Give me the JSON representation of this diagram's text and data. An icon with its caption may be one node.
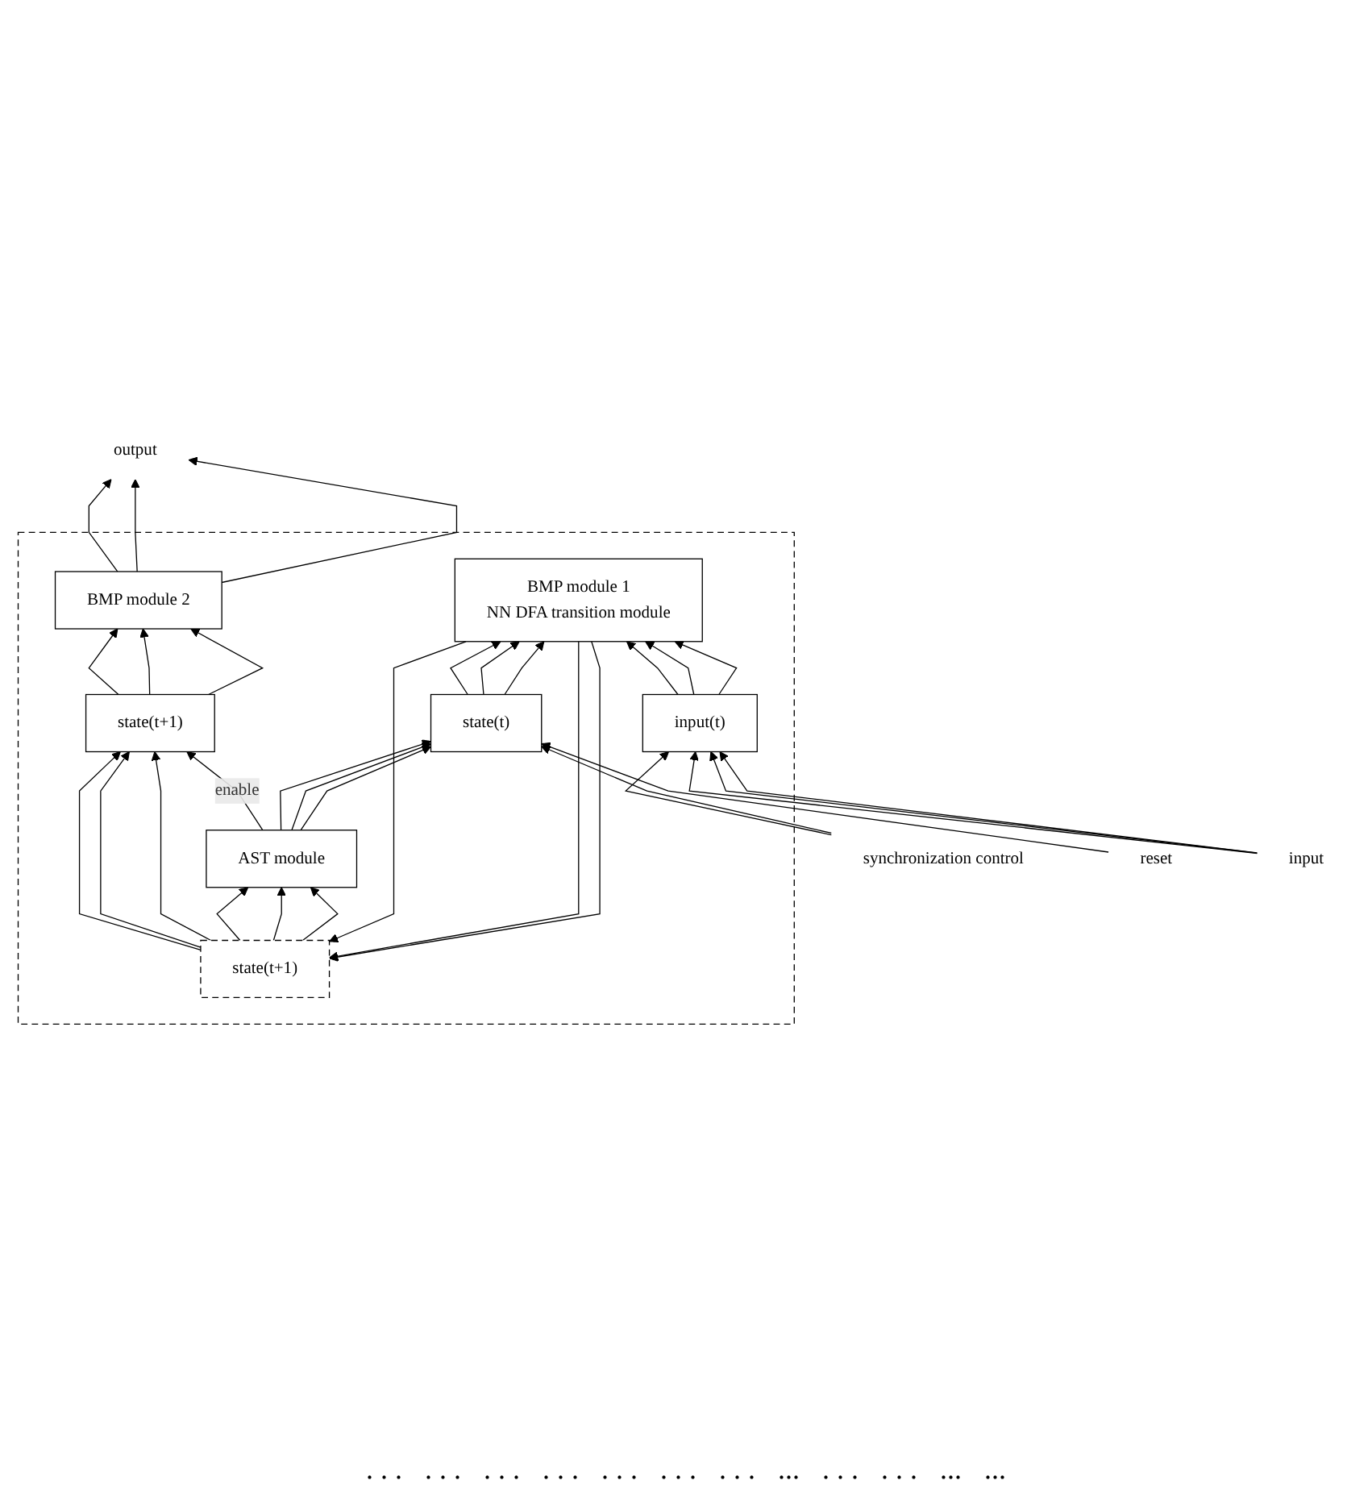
{
  "diagram": {
    "nodes": [
      {
        "text": [
          "output"
        ]
      },
      {
        "text": [],
        "shape": "box"
      },
      {
        "text": [
          "BMP module 2"
        ],
        "in": 1
      },
      {
        "text": [
          "state(t+1)"
        ],
        "in": 1
      },
      {
        "text": [
          "state(t+1)"
        ],
        "in": 1
      },
      {
        "text": [
          "AST module"
        ],
        "in": 1
      },
      {
        "text": [
          "BMP module 1",
          "NN DFA transition module"
        ],
        "in": 1
      },
      {
        "text": [
          "state(t)"
        ],
        "in": 1
      },
      {
        "text": [
          "input(t)"
        ],
        "in": 1
      },
      {
        "text": [
          "synchronization control"
        ]
      },
      {
        "text": [
          "reset"
        ]
      },
      {
        "text": [
          "input"
        ]
      }
    ],
    "edges": [
      {
        "from": 2,
        "to": 0,
        "arrow": "to"
      },
      {
        "from": 2,
        "to": 0,
        "arrow": "to"
      },
      {
        "from": 2,
        "to": 0,
        "arrow": "to"
      },
      {
        "from": 3,
        "to": 2,
        "arrow": "to"
      },
      {
        "from": 3,
        "to": 2,
        "arrow": "to"
      },
      {
        "from": 3,
        "to": 2,
        "arrow": "to"
      },
      {
        "from": 5,
        "to": 3,
        "arrow": "to",
        "label": "enable"
      },
      {
        "from": 4,
        "to": 3,
        "arrow": "to"
      },
      {
        "from": 4,
        "to": 3,
        "arrow": "to"
      },
      {
        "from": 4,
        "to": 3,
        "arrow": "to"
      },
      {
        "from": 4,
        "to": 5,
        "arrow": "to"
      },
      {
        "from": 4,
        "to": 5,
        "arrow": "to"
      },
      {
        "from": 4,
        "to": 5,
        "arrow": "to"
      },
      {
        "from": 6,
        "to": 4,
        "arrow": "to"
      },
      {
        "from": 6,
        "to": 4,
        "arrow": "to"
      },
      {
        "from": 6,
        "to": 4,
        "arrow": "to"
      },
      {
        "from": 7,
        "to": 6,
        "arrow": "to"
      },
      {
        "from": 7,
        "to": 6,
        "arrow": "to"
      },
      {
        "from": 7,
        "to": 6,
        "arrow": "to"
      },
      {
        "from": 8,
        "to": 6,
        "arrow": "to"
      },
      {
        "from": 8,
        "to": 6,
        "arrow": "to"
      },
      {
        "from": 8,
        "to": 6,
        "arrow": "to"
      },
      {
        "from": 5,
        "to": 7,
        "arrow": "to"
      },
      {
        "from": 5,
        "to": 7,
        "arrow": "to"
      },
      {
        "from": 5,
        "to": 7,
        "arrow": "to"
      },
      {
        "from": 9,
        "to": 8,
        "arrow": "to"
      },
      {
        "from": 9,
        "to": 7,
        "arrow": "to"
      },
      {
        "from": 10,
        "to": 7,
        "arrow": "to"
      },
      {
        "from": 11,
        "to": 8,
        "arrow": "to"
      },
      {
        "from": 11,
        "to": 8,
        "arrow": "to"
      },
      {
        "from": 11,
        "to": 8,
        "arrow": "to"
      }
    ],
    "labels": [
      ". . .",
      ". . .",
      ". . .",
      ". . .",
      ". . .",
      ". . .",
      ". . .",
      "...",
      ". . .",
      ". . .",
      "...",
      "..."
    ]
  }
}
